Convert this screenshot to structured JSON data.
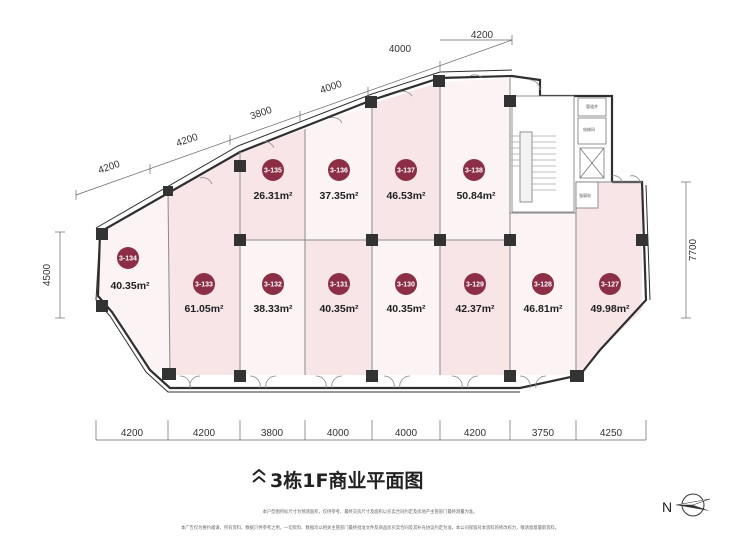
{
  "title": "3栋1F商业平面图",
  "compass_label": "N",
  "dimensions": {
    "top_diagonal": [
      "4200",
      "4200",
      "3800",
      "4000",
      "4000"
    ],
    "top_right": "4200",
    "left": "4500",
    "right": "7700",
    "bottom": [
      "4200",
      "4200",
      "3800",
      "4000",
      "4000",
      "4200",
      "3750",
      "4250"
    ]
  },
  "units": [
    {
      "id": "3-134",
      "area": "40.35m²"
    },
    {
      "id": "3-135",
      "area": "26.31m²"
    },
    {
      "id": "3-136",
      "area": "37.35m²"
    },
    {
      "id": "3-137",
      "area": "46.53m²"
    },
    {
      "id": "3-138",
      "area": "50.84m²"
    },
    {
      "id": "3-133",
      "area": "61.05m²"
    },
    {
      "id": "3-132",
      "area": "38.33m²"
    },
    {
      "id": "3-131",
      "area": "40.35m²"
    },
    {
      "id": "3-130",
      "area": "40.35m²"
    },
    {
      "id": "3-129",
      "area": "42.37m²"
    },
    {
      "id": "3-128",
      "area": "46.81m²"
    },
    {
      "id": "3-127",
      "area": "49.98m²"
    }
  ],
  "core_labels": [
    "管道井",
    "电梯间",
    "强弱电"
  ],
  "notes": [
    "本户型图所标尺寸为预测面积，仅供参考，最终交房尺寸及面积以买卖合同约定及房地产主管部门最终测量为准。",
    "本广告仅为要约邀请，所有资料、数据只供参考之用，一切资料、数据均以相关主管部门最终批准文件及商品房买卖合同及其补充协议约定为准，本公司保留对本资料的修改权力，敬请留意最新资料。"
  ],
  "colors": {
    "wall": "#2f2f2f",
    "column": "#333333",
    "shop_fill": "#f7e5e8",
    "shop_fill_light": "#fbf3f4",
    "badge": "#8c2f46",
    "line": "#777777"
  }
}
